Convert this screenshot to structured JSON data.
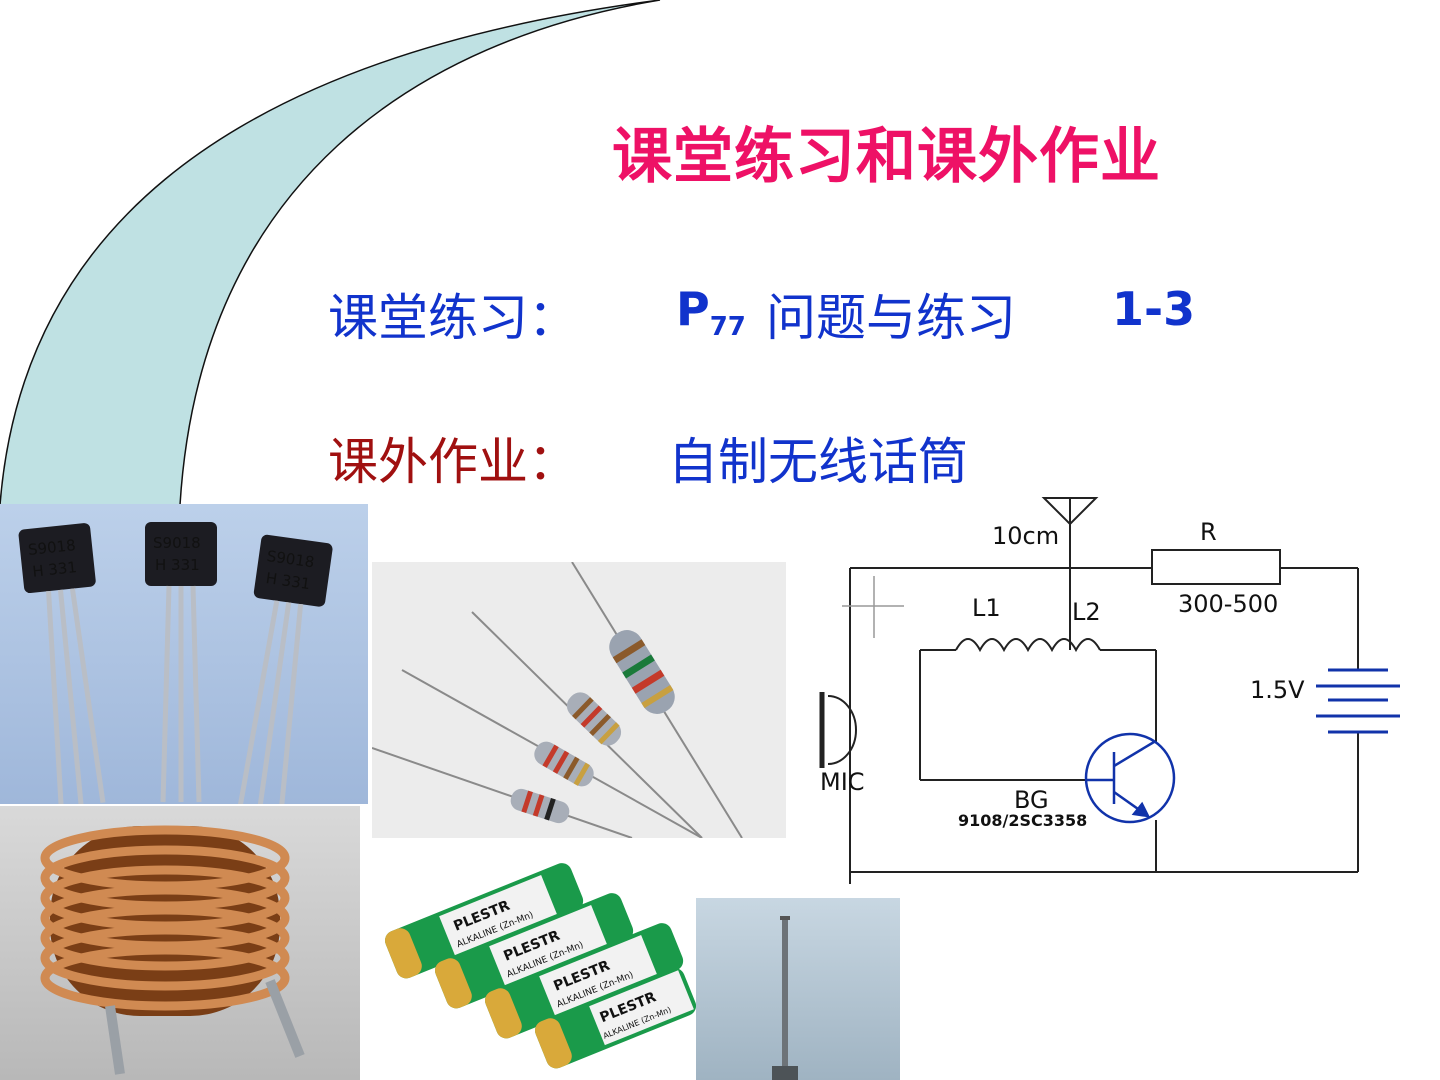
{
  "slide": {
    "title": "课堂练习和课外作业",
    "practice_label": "课堂练习：",
    "practice_page_letter": "P",
    "practice_page_number": "77",
    "practice_topic": "问题与练习",
    "practice_range": "1-3",
    "homework_label": "课外作业：",
    "homework_task": "自制无线话筒"
  },
  "photos": {
    "transistor_marks": [
      {
        "line1": "S9018",
        "line2": "H 331"
      },
      {
        "line1": "S9018",
        "line2": "H 331"
      },
      {
        "line1": "S9018",
        "line2": "H 331"
      }
    ],
    "battery_brand": "PLESTR",
    "battery_type": "ALKALINE (Zn-Mn)"
  },
  "circuit": {
    "antenna_label": "10cm",
    "resistor_label": "R",
    "resistor_value": "300-500",
    "coil1_label": "L1",
    "coil2_label": "L2",
    "battery_label": "1.5V",
    "mic_label": "MIC",
    "transistor_label": "BG",
    "transistor_model": "9108/2SC3358"
  },
  "colors": {
    "title": "#ee1166",
    "blue_text": "#1133cc",
    "red_label": "#a01010",
    "arc_fill": "#bfe1e3"
  }
}
